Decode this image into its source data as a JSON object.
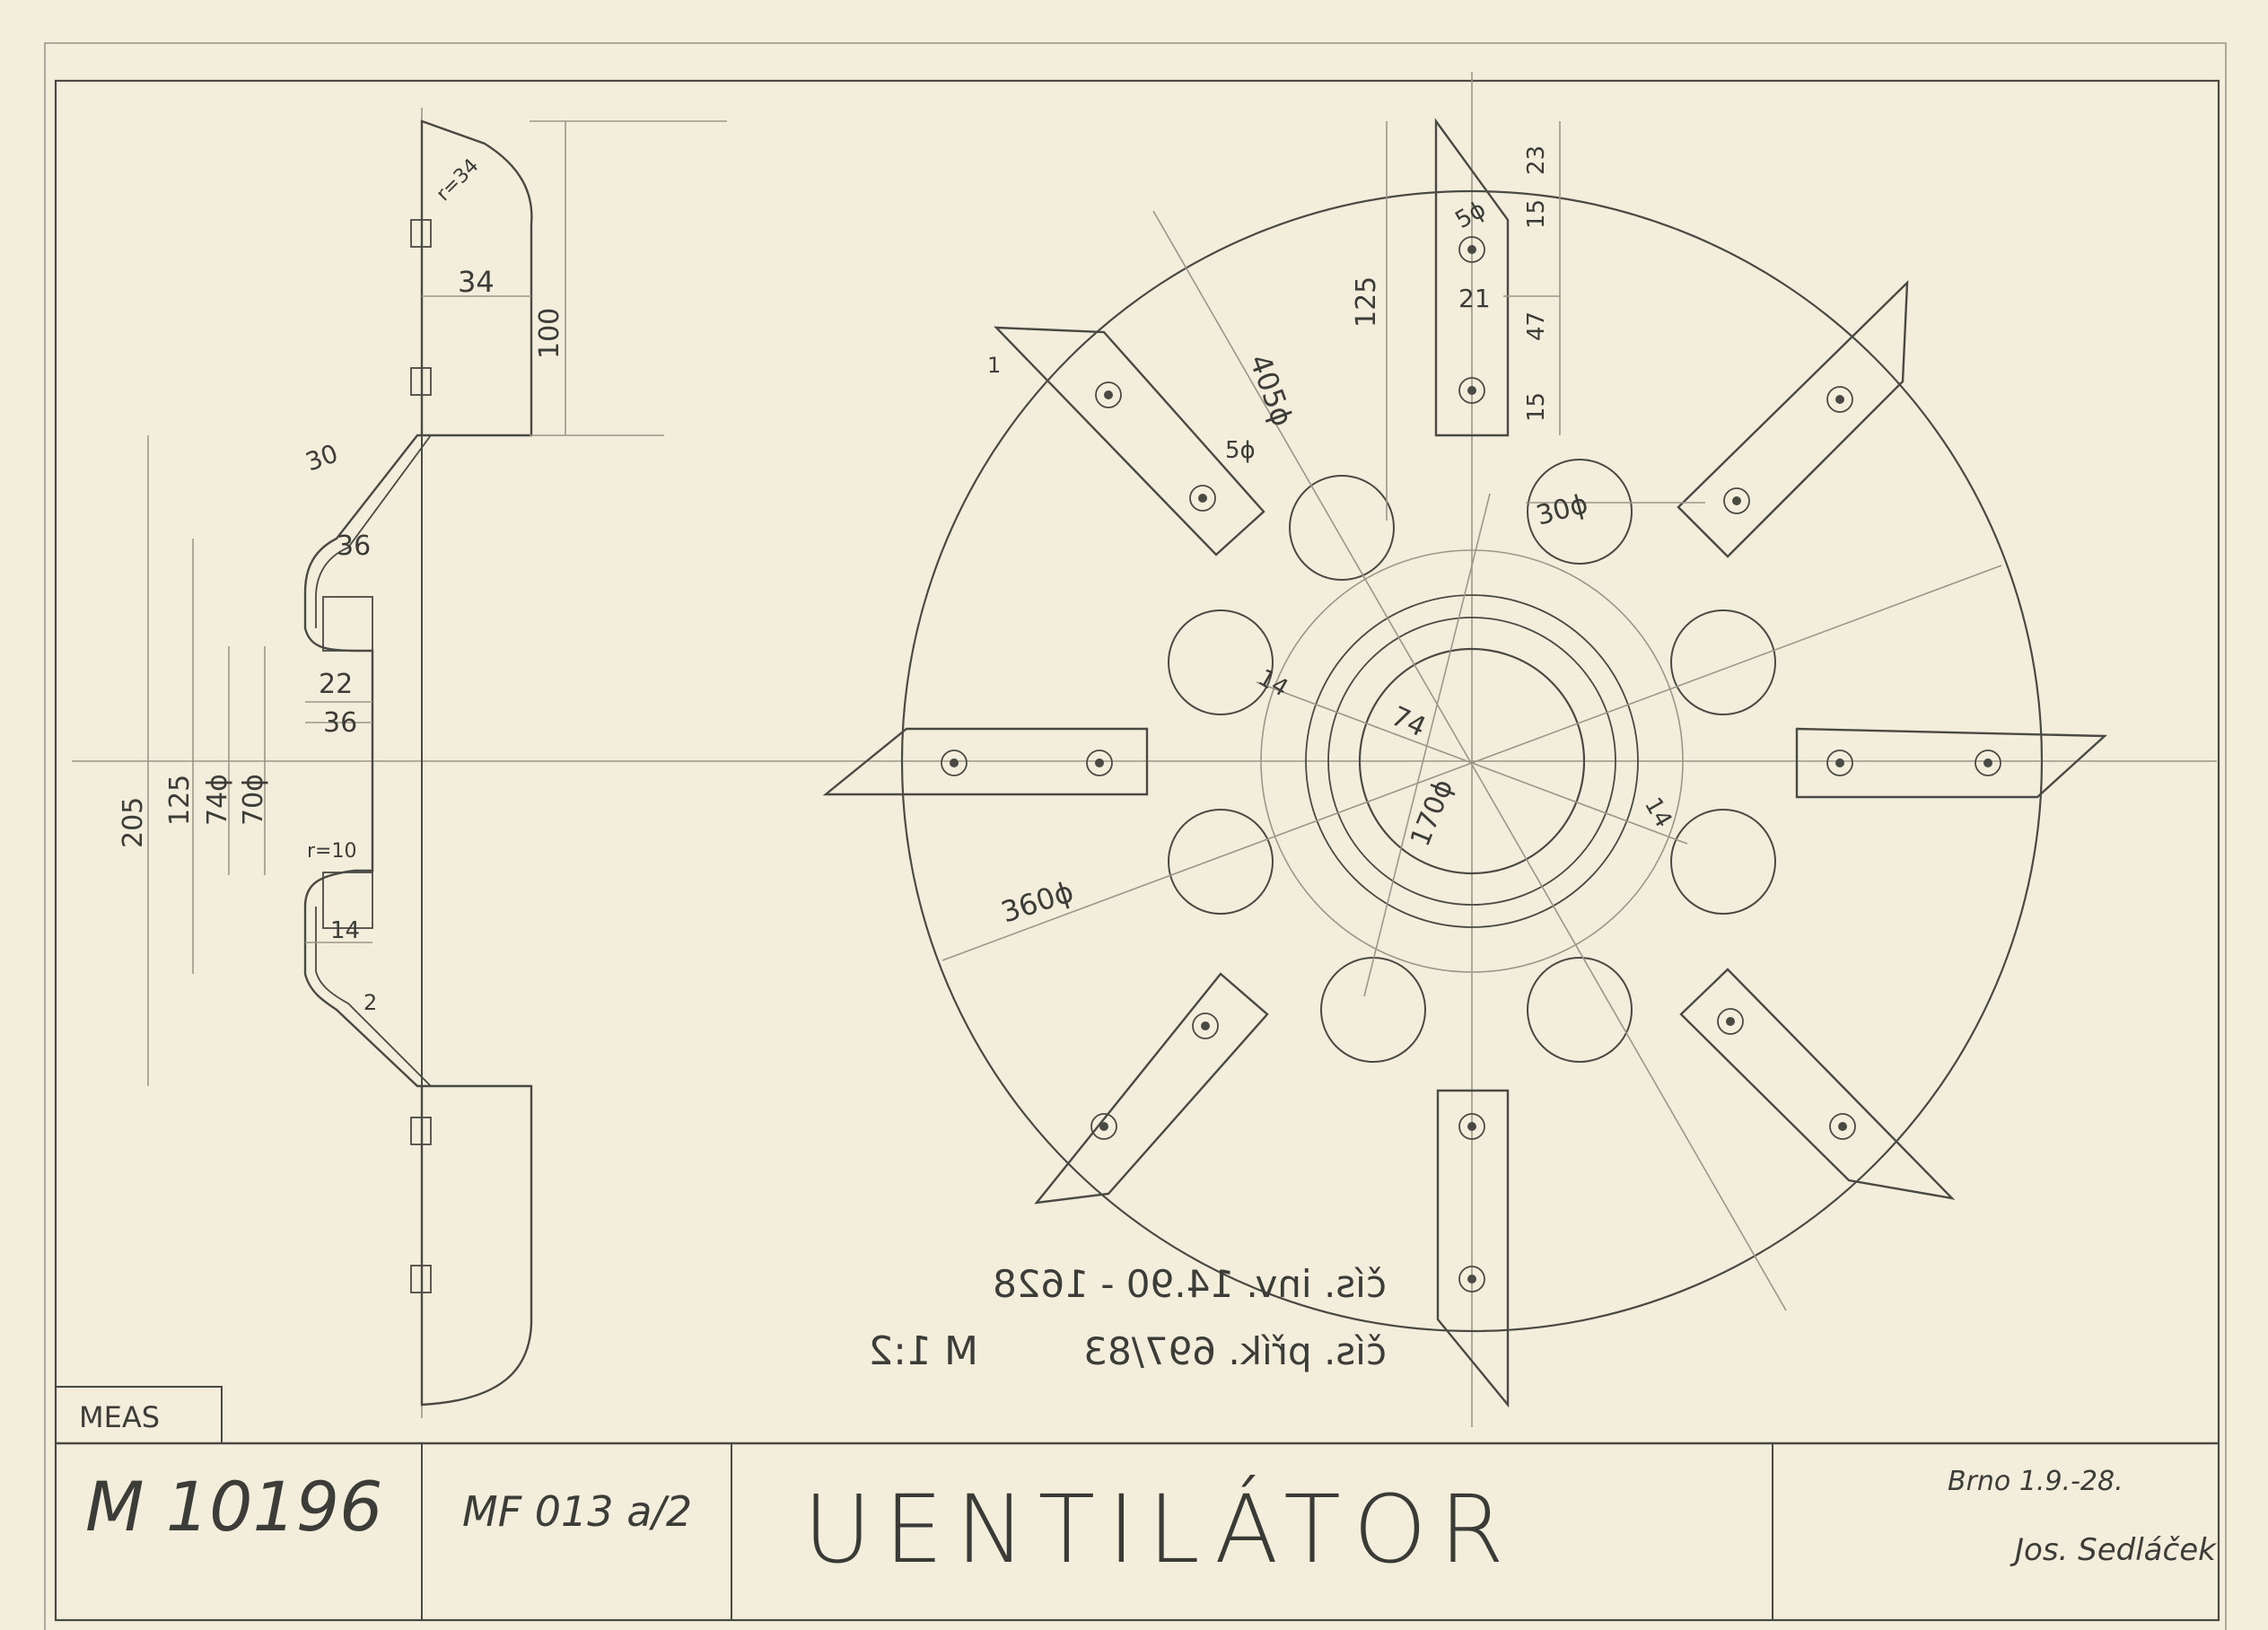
{
  "title_block": {
    "tag": "MEAS",
    "drawing_number": "M 10196",
    "code": "MF 013 a/2",
    "title": "UENTILÁTOR",
    "date": "Brno 1.9.-28.",
    "signature": "Jos. Sedláček"
  },
  "annotations": {
    "inventory": "čís. inv. 14.90 - 1628",
    "scale": "M 1:2",
    "order": "čís. přík. 697/83"
  },
  "side_view_dims": {
    "r34": "r=34",
    "d34": "34",
    "d100": "100",
    "d30": "30",
    "d36_top": "36",
    "d22": "22",
    "d36_mid": "36",
    "d205": "205",
    "d125": "125",
    "d74": "74ϕ",
    "d70": "70ϕ",
    "r10": "r=10",
    "d14": "14",
    "d2": "2"
  },
  "front_view_dims": {
    "d405": "405ϕ",
    "d5_left": "5ϕ",
    "d1": "1",
    "d125": "125",
    "d5_top": "5ϕ",
    "d21": "21",
    "d23": "23",
    "d15_a": "15",
    "d47": "47",
    "d15_b": "15",
    "d30": "30ϕ",
    "d14_a": "14",
    "d74": "74",
    "d170": "170ϕ",
    "d14_b": "14",
    "d360": "360ϕ"
  }
}
